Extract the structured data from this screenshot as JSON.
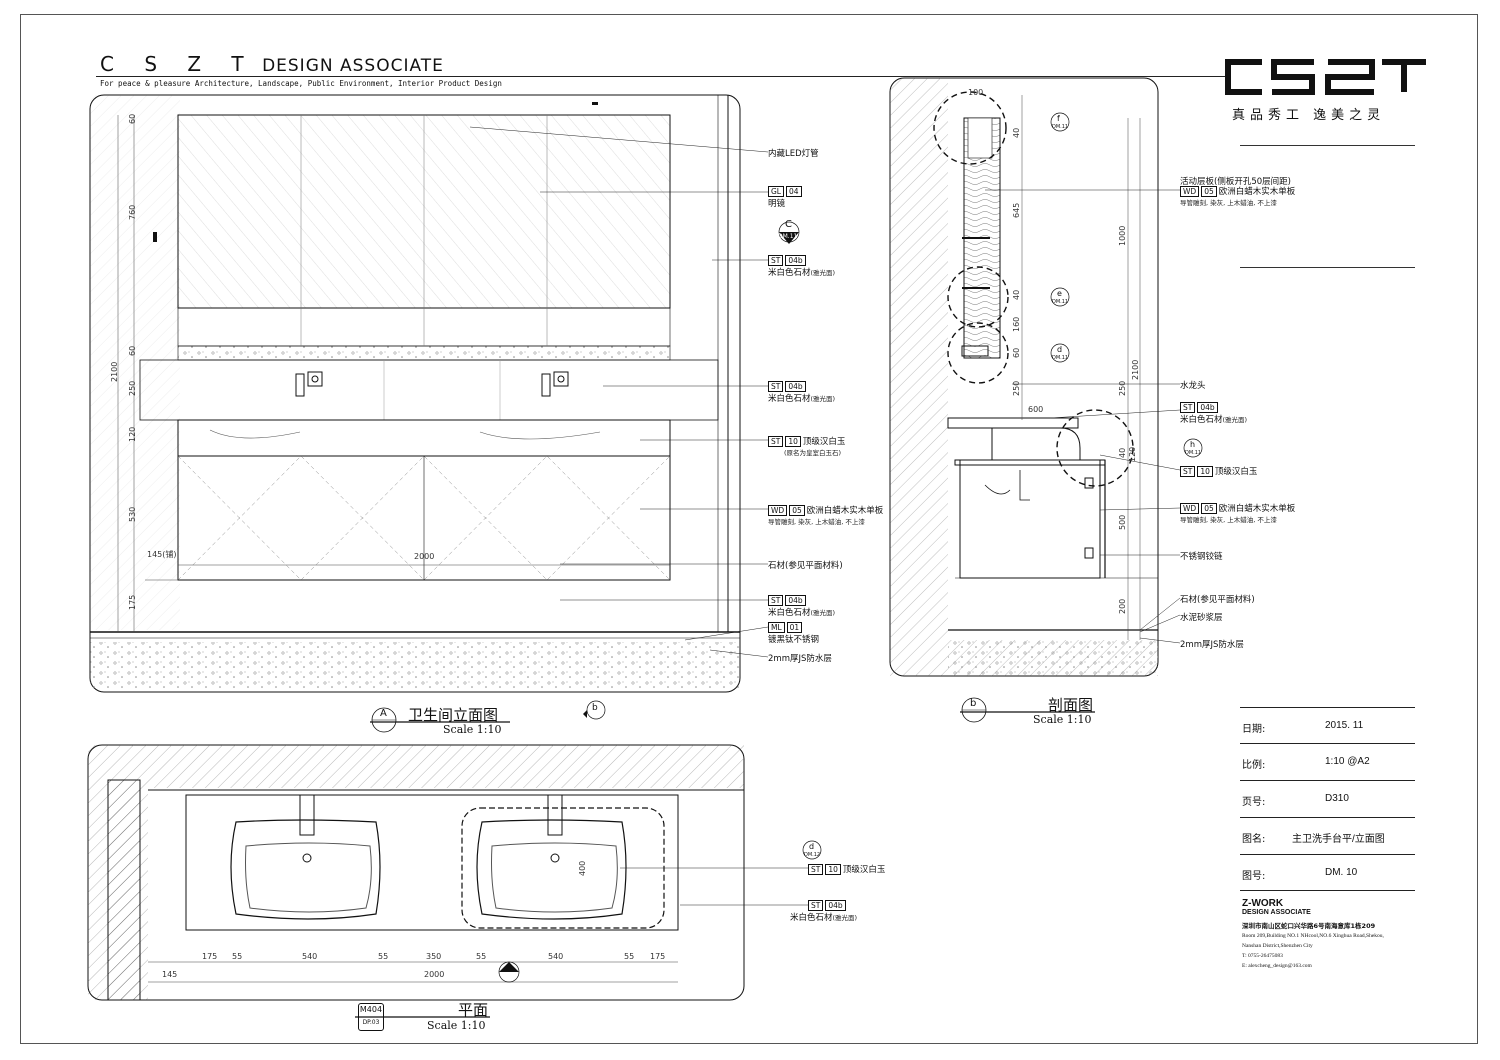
{
  "header": {
    "brand_letters": "C S Z T",
    "brand_rest": "DESIGN ASSOCIATE",
    "tagline": "For peace  &  pleasure  Architecture, Landscape, Public Environment, Interior  Product  Design",
    "logo_motto": "真品秀工    逸美之灵"
  },
  "elevation_notes": [
    {
      "text": "内藏LED灯管"
    },
    {
      "tag": [
        "GL",
        "04"
      ],
      "text": "明镜"
    },
    {
      "tag": [
        "ST",
        "04b"
      ],
      "text": "米白色石材",
      "note": "(雅光面)"
    },
    {
      "tag": [
        "ST",
        "04b"
      ],
      "text": "米白色石材",
      "note": "(雅光面)"
    },
    {
      "tag": [
        "ST",
        "10"
      ],
      "text": "顶级汉白玉",
      "note": "(原名为皇室白玉石)"
    },
    {
      "tag": [
        "WD",
        "05"
      ],
      "text": "欧洲白蜡木实木单板",
      "note": "导管雕刻, 染灰, 上木蜡油, 不上漆"
    },
    {
      "text": "石材(参见平面材料)"
    },
    {
      "tag": [
        "ST",
        "04b"
      ],
      "text": "米白色石材",
      "note": "(雅光面)"
    },
    {
      "tag": [
        "ML",
        "01"
      ],
      "text": "镀黑钛不锈钢"
    },
    {
      "text": "2mm厚JS防水层"
    }
  ],
  "section_notes": [
    {
      "text": "活动层板(侧板开孔50层间距)"
    },
    {
      "tag": [
        "WD",
        "05"
      ],
      "text": "欧洲白蜡木实木单板",
      "note": "导管雕刻, 染灰, 上木蜡油, 不上漆"
    },
    {
      "text": "水龙头"
    },
    {
      "tag": [
        "ST",
        "04b"
      ],
      "text": "米白色石材",
      "note": "(雅光面)"
    },
    {
      "tag": [
        "ST",
        "10"
      ],
      "text": "顶级汉白玉"
    },
    {
      "tag": [
        "WD",
        "05"
      ],
      "text": "欧洲白蜡木实木单板",
      "note": "导管雕刻, 染灰, 上木蜡油, 不上漆"
    },
    {
      "text": "不锈钢铰链"
    },
    {
      "text": "石材(参见平面材料)"
    },
    {
      "text": "水泥砂浆层"
    },
    {
      "text": "2mm厚JS防水层"
    }
  ],
  "plan_notes": [
    {
      "tag": [
        "ST",
        "10"
      ],
      "text": "顶级汉白玉"
    },
    {
      "tag": [
        "ST",
        "04b"
      ],
      "text": "米白色石材",
      "note": "(雅光面)"
    }
  ],
  "callouts": {
    "c": {
      "letter": "C",
      "ref": "DM.11"
    },
    "f": {
      "letter": "f",
      "ref": "DM.11"
    },
    "e": {
      "letter": "e",
      "ref": "DM.11"
    },
    "d": {
      "letter": "d",
      "ref": "DM.11"
    },
    "h": {
      "letter": "h",
      "ref": "DM.11"
    },
    "d2": {
      "letter": "d",
      "ref": "DM.12"
    },
    "b_small": {
      "letter": "b"
    },
    "a_small": {
      "letter": "A"
    }
  },
  "titles": {
    "elevation": {
      "letter": "A",
      "name": "卫生间立面图",
      "scale": "Scale 1:10"
    },
    "section": {
      "letter": "b",
      "name": "剖面图",
      "scale": "Scale 1:10"
    },
    "plan": {
      "code": "M404",
      "sub": "DP.03",
      "name": "平面",
      "scale": "Scale 1:10"
    }
  },
  "elevation_dims": {
    "left_v": [
      "60",
      "760",
      "60",
      "250",
      "120",
      "530",
      "175"
    ],
    "total_v": "2100",
    "width": "2000",
    "offset": "145(铺)"
  },
  "section_dims": {
    "top": "100",
    "v_left": [
      "40",
      "645",
      "40",
      "160",
      "60",
      "250"
    ],
    "v_right": [
      "1000",
      "250",
      "2100"
    ],
    "h": "600",
    "small": [
      "40",
      "120"
    ],
    "lower": [
      "500",
      "200"
    ]
  },
  "plan_dims": {
    "row": [
      "175",
      "55",
      "540",
      "55",
      "350",
      "55",
      "540",
      "55",
      "175"
    ],
    "total": "2000",
    "offset": "145",
    "depth": "400"
  },
  "title_block": {
    "rows": [
      {
        "k": "日期:",
        "v": "2015. 11"
      },
      {
        "k": "比例:",
        "v": "1:10 @A2"
      },
      {
        "k": "页号:",
        "v": "D310"
      },
      {
        "k": "图名:",
        "v": "主卫洗手台平/立面图"
      },
      {
        "k": "图号:",
        "v": "DM. 10"
      }
    ],
    "company": "Z-WORK",
    "company_sub": "DESIGN ASSOCIATE",
    "addr_cn": "深圳市南山区蛇口兴华路6号南海意库1栋209",
    "addr_en_1": "Room 209,Building NO.1 NHcool,NO.6 Xinghua Road,Shekou,",
    "addr_en_2": "Nanshan District,Shenzhen City",
    "tel": "T: 0755-26475083",
    "email": "E: alexcheng_design@163.com"
  },
  "colors": {
    "line": "#111111",
    "hatch": "#666666"
  }
}
